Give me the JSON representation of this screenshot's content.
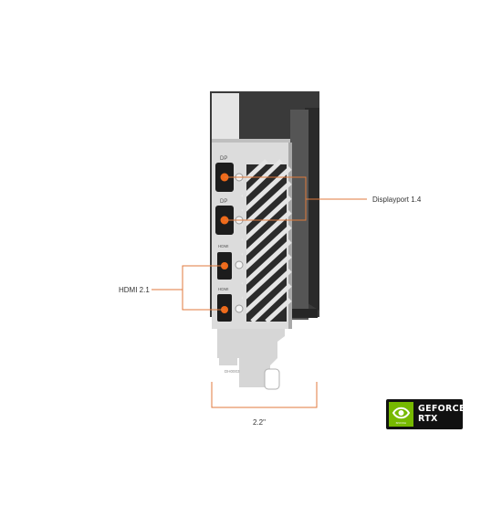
{
  "callouts": {
    "displayport": "Displayport 1.4",
    "hdmi": "HDMI 2.1",
    "width": "2.2\""
  },
  "ports": [
    {
      "type": "displayport",
      "label": "DP"
    },
    {
      "type": "displayport",
      "label": "DP"
    },
    {
      "type": "hdmi",
      "label": "HDMI"
    },
    {
      "type": "hdmi",
      "label": "HDMI"
    }
  ],
  "bracket_engraving": "DH0003",
  "badge": {
    "brand": "NVIDIA",
    "line1": "GEFORCE",
    "line2": "RTX"
  },
  "colors": {
    "callout_line": "#e07a3c",
    "port_highlight": "#ef6a1a",
    "bracket": "#dcdcdc",
    "shroud": "#3a3a3a",
    "nvidia_green": "#76b900"
  }
}
